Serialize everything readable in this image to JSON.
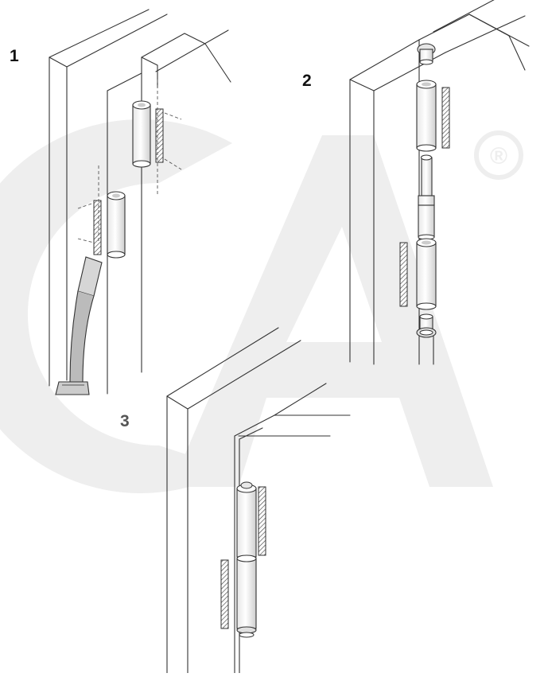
{
  "steps": [
    {
      "label": "1"
    },
    {
      "label": "2"
    },
    {
      "label": "3"
    }
  ],
  "watermark": {
    "color": "#eeeeee",
    "registered_mark": "®"
  },
  "colors": {
    "line": "#333333",
    "hatch": "#444444",
    "tool": "#bbbbbb"
  }
}
